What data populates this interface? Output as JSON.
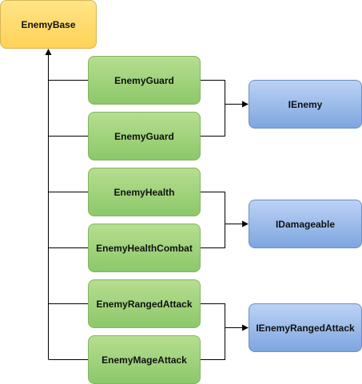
{
  "nodes": {
    "enemy_base": "EnemyBase",
    "enemy_guard_1": "EnemyGuard",
    "enemy_guard_2": "EnemyGuard",
    "enemy_health": "EnemyHealth",
    "enemy_health_combat": "EnemyHealthCombat",
    "enemy_ranged_attack": "EnemyRangedAttack",
    "enemy_mage_attack": "EnemyMageAttack",
    "i_enemy": "IEnemy",
    "i_damageable": "IDamageable",
    "i_enemy_ranged_attack": "IEnemyRangedAttack"
  },
  "edges": {
    "inherits_from_enemy_base": [
      "EnemyGuard",
      "EnemyGuard",
      "EnemyHealth",
      "EnemyHealthCombat",
      "EnemyRangedAttack",
      "EnemyMageAttack"
    ],
    "implements_i_enemy": [
      "EnemyGuard",
      "EnemyGuard"
    ],
    "implements_i_damageable": [
      "EnemyHealth",
      "EnemyHealthCombat"
    ],
    "implements_i_enemy_ranged_attack": [
      "EnemyRangedAttack",
      "EnemyMageAttack"
    ]
  },
  "colors": {
    "base_fill": "#ffd966",
    "base_stroke": "#d6b656",
    "class_fill": "#97d077",
    "class_stroke": "#82b366",
    "interface_fill": "#7ea6e0",
    "interface_stroke": "#6c8ebf",
    "connector": "#000000"
  }
}
